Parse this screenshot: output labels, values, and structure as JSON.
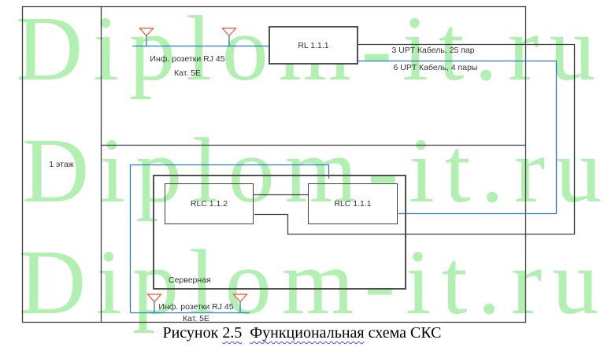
{
  "watermark": {
    "text": "Diplom-it.ru"
  },
  "colors": {
    "watermark_green": "#b2f0b2",
    "line_dark": "#3f3f3f",
    "box_border": "#4f4f4f",
    "cable_blue": "#2e7bbf",
    "antenna_red": "#f4502c",
    "label_text": "#333333",
    "caption_squiggle": "#4f46ff"
  },
  "diagram": {
    "floor_label": "1 этаж",
    "top_outlets": {
      "line1": "Инф. розетки RJ 45",
      "line2": "Кат. 5Е"
    },
    "bottom_outlets": {
      "line1": "Инф. розетки RJ 45",
      "line2": "Кат. 5Е"
    },
    "rl_box_label": "RL 1.1.1",
    "rlc_left_label": "RLC 1.1.2",
    "rlc_right_label": "RLC 1.1.1",
    "server_room_label": "Серверная",
    "cable_labels": {
      "trunk25": "3 UPT Кабель, 25 пар",
      "trunk4": "6 UPT Кабель, 4 пары"
    }
  },
  "caption": {
    "prefix": "Рисунок ",
    "number": "2.5",
    "separator": "  ",
    "title_word": "Функциональная",
    "suffix": " схема СКС"
  }
}
